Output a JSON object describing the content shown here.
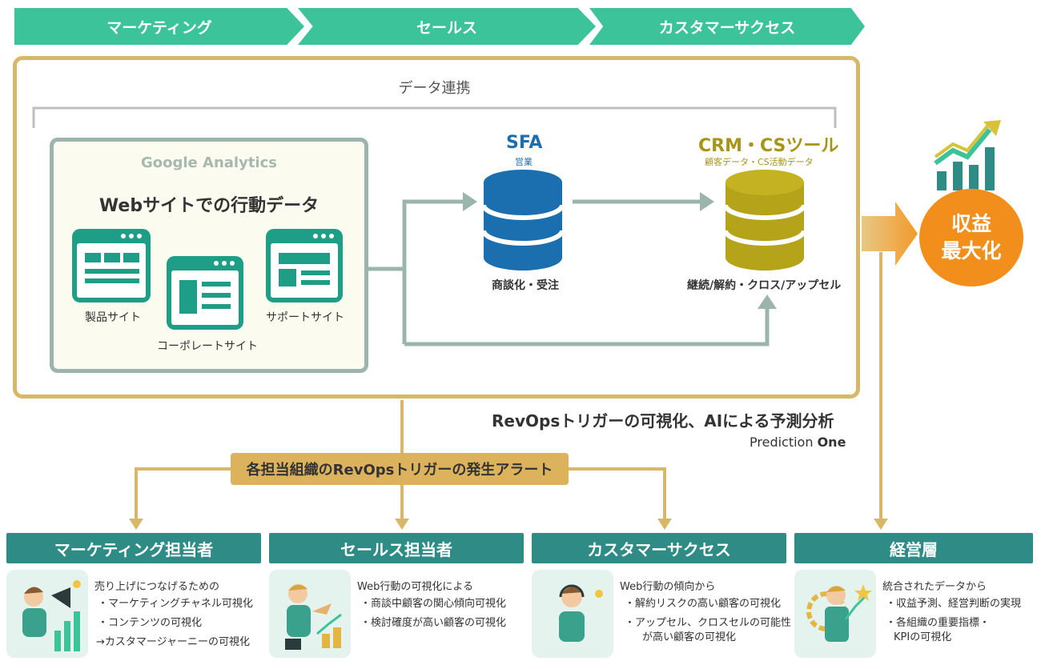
{
  "stages": [
    "マーケティング",
    "セールス",
    "カスタマーサクセス"
  ],
  "data_link_label": "データ連携",
  "ga": {
    "title": "Google Analytics",
    "subtitle": "Webサイトでの行動データ",
    "sites": [
      "製品サイト",
      "コーポレートサイト",
      "サポートサイト"
    ]
  },
  "sfa": {
    "title": "SFA",
    "caption": "営業",
    "label": "商談化・受注",
    "color": "#1c6fae"
  },
  "crm": {
    "title": "CRM・CSツール",
    "caption": "顧客データ・CS活動データ",
    "label": "継続/解約・クロス/アップセル",
    "color": "#b5a41a"
  },
  "goal": {
    "line1": "収益",
    "line2": "最大化",
    "color": "#f28f1c"
  },
  "revops": {
    "title": "RevOpsトリガーの可視化、AIによる予測分析",
    "brand_light": "Prediction ",
    "brand_bold": "One"
  },
  "alert": "各担当組織のRevOpsトリガーの発生アラート",
  "roles": [
    {
      "title": "マーケティング担当者",
      "lead": "売り上げにつなげるための",
      "items": [
        "・マーケティングチャネル可視化",
        "・コンテンツの可視化",
        "→カスタマージャーニーの可視化"
      ]
    },
    {
      "title": "セールス担当者",
      "lead": "Web行動の可視化による",
      "items": [
        "・商談中顧客の関心傾向可視化",
        "・検討確度が高い顧客の可視化"
      ]
    },
    {
      "title": "カスタマーサクセス",
      "lead": "Web行動の傾向から",
      "items": [
        "・解約リスクの高い顧客の可視化",
        "・アップセル、クロスセルの可能性",
        "が高い顧客の可視化"
      ]
    },
    {
      "title": "経営層",
      "lead": "統合されたデータから",
      "items": [
        "・収益予測、経営判断の実現",
        "・各組織の重要指標・",
        "KPIの可視化"
      ]
    }
  ],
  "colors": {
    "green": "#3cc39a",
    "gold": "#d9b768",
    "teal": "#2e8b85",
    "arrow": "#9cb5ac",
    "orange": "#f28f1c"
  }
}
